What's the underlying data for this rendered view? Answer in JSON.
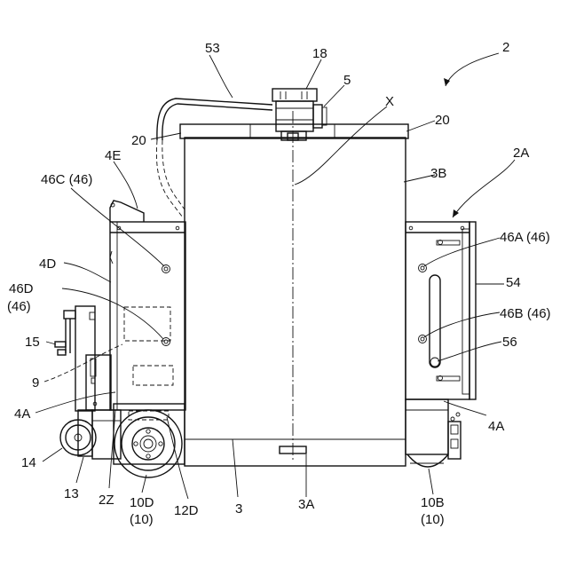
{
  "labels": {
    "l2": "2",
    "l53": "53",
    "l18": "18",
    "l5": "5",
    "lX": "X",
    "l20a": "20",
    "l20b": "20",
    "l4E": "4E",
    "l3B": "3B",
    "l2A": "2A",
    "l46C": "46C (46)",
    "l46A": "46A (46)",
    "l4D": "4D",
    "l54": "54",
    "l46D": "46D",
    "l46Dp": "(46)",
    "l46B": "46B (46)",
    "l15": "15",
    "l56": "56",
    "l9": "9",
    "l4Aa": "4A",
    "l4Ab": "4A",
    "l14": "14",
    "l13": "13",
    "l2Z": "2Z",
    "l10D": "10D",
    "l10Dp": "(10)",
    "l12D": "12D",
    "l3": "3",
    "l3A": "3A",
    "l10B": "10B",
    "l10Bp": "(10)"
  }
}
